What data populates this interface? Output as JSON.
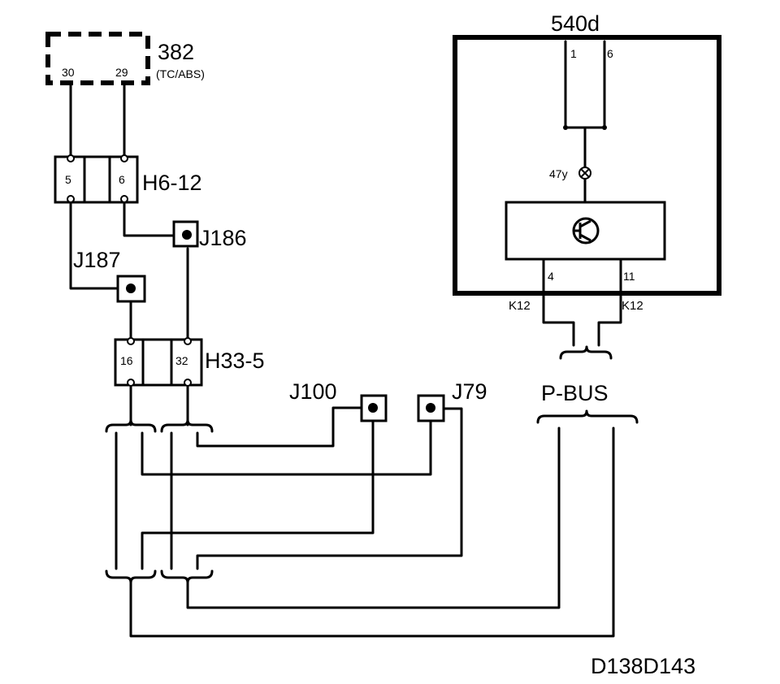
{
  "components": {
    "module_382": {
      "id": "382",
      "name": "(TC/ABS)",
      "pin_a": "30",
      "pin_b": "29"
    },
    "connector_h6_12": {
      "label": "H6-12",
      "pin_a": "5",
      "pin_b": "6"
    },
    "splice_j186": {
      "label": "J186"
    },
    "splice_j187": {
      "label": "J187"
    },
    "connector_h33_5": {
      "label": "H33-5",
      "pin_a": "16",
      "pin_b": "32"
    },
    "splice_j100": {
      "label": "J100"
    },
    "splice_j79": {
      "label": "J79"
    },
    "module_540d": {
      "label": "540d",
      "pin_top_a": "1",
      "pin_top_b": "6",
      "pin_bottom_a": "4",
      "pin_bottom_b": "11"
    },
    "lamp_47y": {
      "label": "47y"
    }
  },
  "wire_labels": {
    "left": "K12",
    "right": "K12"
  },
  "bus": {
    "label": "P-BUS"
  },
  "diagram_id": "D138D143"
}
